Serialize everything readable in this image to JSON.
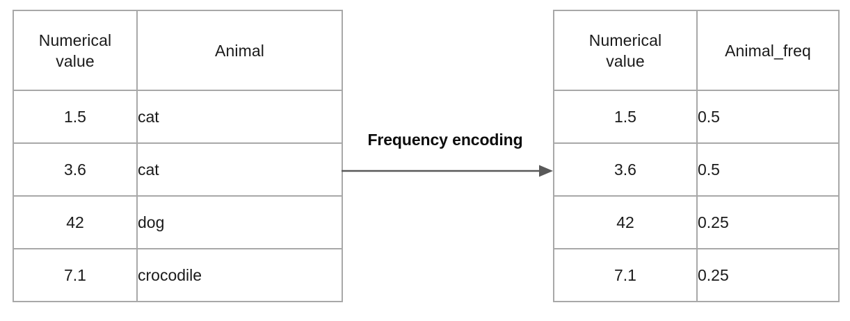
{
  "diagram": {
    "title": "Frequency encoding",
    "arrow_color": "#595959",
    "border_color": "#a8a8a8",
    "text_color": "#1a1a1a"
  },
  "transform": {
    "label": "Frequency encoding",
    "arrow_icon": "right-arrow-icon"
  },
  "source_table": {
    "name": "original-data-table",
    "headers": [
      {
        "line1": "Numerical",
        "line2": "value"
      },
      {
        "line1": "Animal",
        "line2": ""
      }
    ],
    "rows": [
      {
        "value": "1.5",
        "animal": "cat"
      },
      {
        "value": "3.6",
        "animal": "cat"
      },
      {
        "value": "42",
        "animal": "dog"
      },
      {
        "value": "7.1",
        "animal": "crocodile"
      }
    ]
  },
  "result_table": {
    "name": "encoded-data-table",
    "headers": [
      {
        "line1": "Numerical",
        "line2": "value"
      },
      {
        "line1": "Animal_freq",
        "line2": ""
      }
    ],
    "rows": [
      {
        "value": "1.5",
        "animal_freq": "0.5"
      },
      {
        "value": "3.6",
        "animal_freq": "0.5"
      },
      {
        "value": "42",
        "animal_freq": "0.25"
      },
      {
        "value": "7.1",
        "animal_freq": "0.25"
      }
    ]
  }
}
